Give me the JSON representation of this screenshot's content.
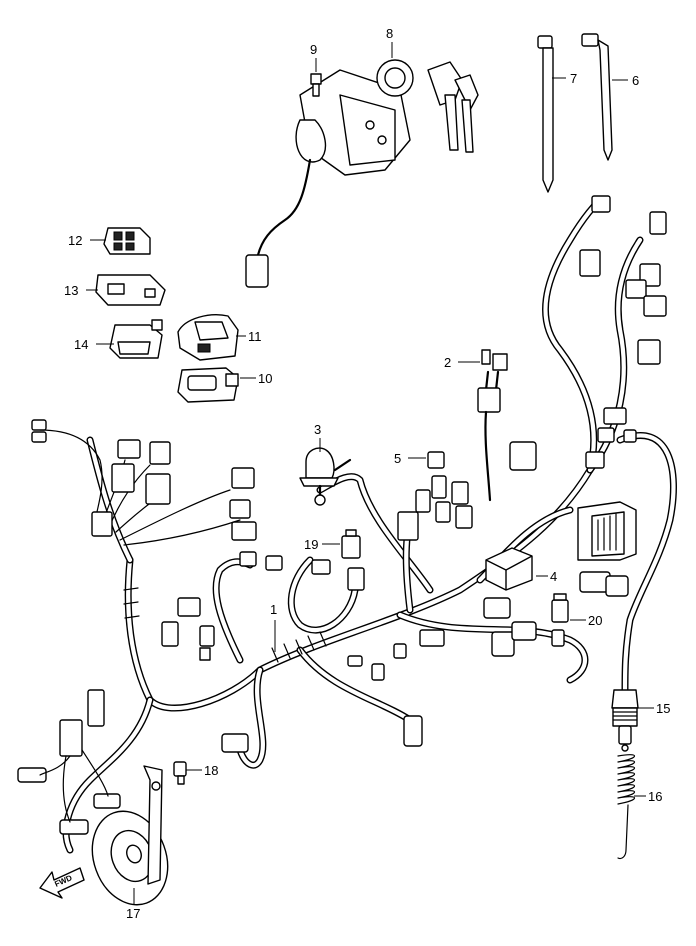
{
  "callouts": [
    "1",
    "2",
    "3",
    "4",
    "5",
    "6",
    "7",
    "8",
    "9",
    "10",
    "11",
    "12",
    "13",
    "14",
    "15",
    "16",
    "17",
    "18",
    "19",
    "20"
  ],
  "fwd_label": "FWD"
}
